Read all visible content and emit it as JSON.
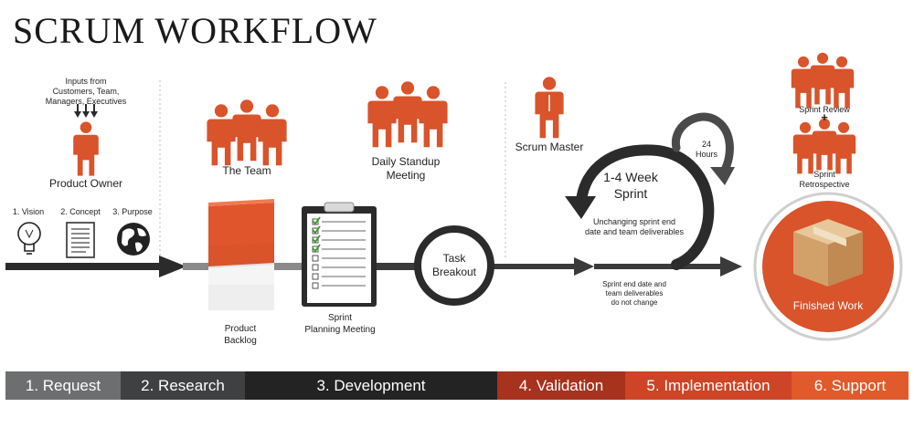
{
  "title": "SCRUM WORKFLOW",
  "inputs_note": [
    "Inputs from",
    "Customers, Team,",
    "Managers, Executives"
  ],
  "roles": {
    "product_owner": "Product Owner",
    "the_team": "The Team",
    "daily_standup": [
      "Daily Standup",
      "Meeting"
    ],
    "scrum_master": "Scrum Master",
    "sprint_review": "Sprint Review",
    "plus": "+",
    "sprint_retrospective": [
      "Sprint",
      "Retrospective"
    ]
  },
  "steps": {
    "vision": "1. Vision",
    "concept": "2. Concept",
    "purpose": "3. Purpose"
  },
  "artifacts": {
    "product_backlog": [
      "Product",
      "Backlog"
    ],
    "sprint_planning": [
      "Sprint",
      "Planning Meeting"
    ],
    "task_breakout": [
      "Task",
      "Breakout"
    ],
    "finished_work": "Finished Work"
  },
  "sprint": {
    "duration": [
      "1-4 Week",
      "Sprint"
    ],
    "note": [
      "Unchanging sprint end",
      "date and team deliverables"
    ],
    "daily": [
      "24",
      "Hours"
    ],
    "below_note": [
      "Sprint end date and",
      "team deliverables",
      "do not change"
    ]
  },
  "phases": [
    {
      "label": "1. Request",
      "color": "#6d6e70"
    },
    {
      "label": "2. Research",
      "color": "#3f4041"
    },
    {
      "label": "3. Development",
      "color": "#232323"
    },
    {
      "label": "4. Validation",
      "color": "#a7321d"
    },
    {
      "label": "5. Implementation",
      "color": "#cd4426"
    },
    {
      "label": "6. Support",
      "color": "#e05a2b"
    }
  ],
  "colors": {
    "accent": "#d9532b",
    "dark": "#2b2b2b",
    "gray": "#8a8a8a"
  }
}
